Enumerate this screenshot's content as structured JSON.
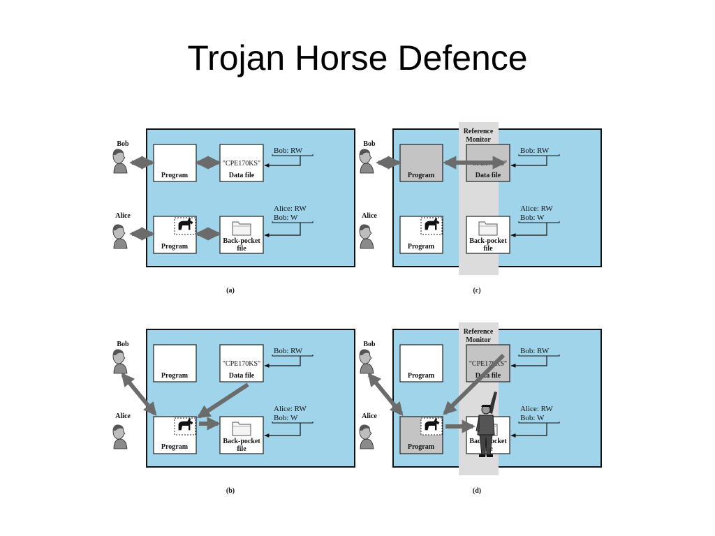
{
  "title": "Trojan Horse Defence",
  "labels": {
    "bob": "Bob",
    "alice": "Alice",
    "program": "Program",
    "data_file_content": "\"CPE170KS\"",
    "data_file": "Data file",
    "back_pocket_l1": "Back-pocket",
    "back_pocket_l2": "file",
    "acl_data": "Bob: RW",
    "acl_pocket_1": "Alice: RW",
    "acl_pocket_2": "Bob: W",
    "reference_monitor_l1": "Reference",
    "reference_monitor_l2": "Monitor"
  },
  "panels": [
    {
      "id": "a",
      "caption": "(a)"
    },
    {
      "id": "b",
      "caption": "(b)"
    },
    {
      "id": "c",
      "caption": "(c)"
    },
    {
      "id": "d",
      "caption": "(d)"
    }
  ],
  "colors": {
    "system_fill": "#9fd4ea",
    "monitor_fill": "#dcdcdc",
    "arrow": "#6b6b6b",
    "gray_box": "#c4c4c4"
  },
  "icons": [
    "person-icon",
    "trojan-horse-icon",
    "folder-icon",
    "guard-icon"
  ]
}
